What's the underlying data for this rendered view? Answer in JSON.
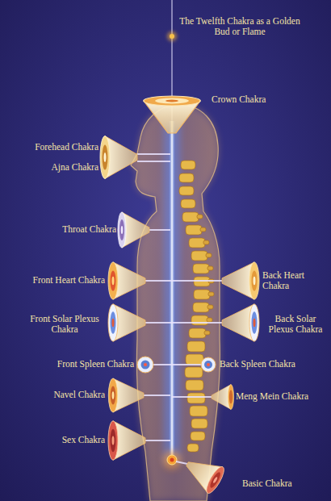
{
  "diagram": {
    "labels": [
      "The Twelfth Chakra as a Golden Bud or Flame",
      "Crown Chakra",
      "Forehead Chakra",
      "Ajna Chakra",
      "Throat Chakra",
      "Front Heart Chakra",
      "Back Heart Chakra",
      "Front Solar Plexus Chakra",
      "Back Solar Plexus Chakra",
      "Front Spleen Chakra",
      "Back Spleen Chakra",
      "Navel Chakra",
      "Meng Mein Chakra",
      "Sex Chakra",
      "Basic Chakra"
    ]
  }
}
